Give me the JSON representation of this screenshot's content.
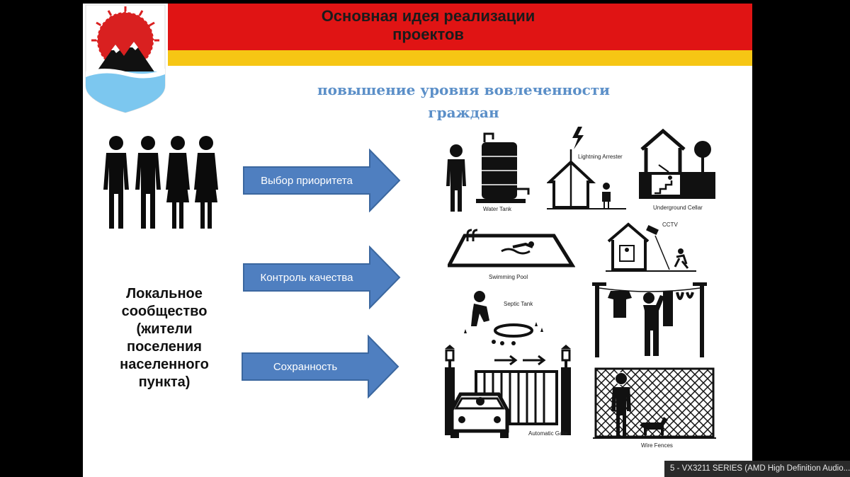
{
  "slide": {
    "title_line1": "Основная идея реализации",
    "title_line2": "проектов",
    "subtitle_line1": "повышение уровня вовлеченности",
    "subtitle_line2": "граждан",
    "community_lines": [
      "Локальное",
      "сообщество",
      "(жители",
      "поселения",
      "населенного",
      "пункта)"
    ]
  },
  "arrows": [
    {
      "label": "Выбор приоритета"
    },
    {
      "label": "Контроль качества"
    },
    {
      "label": "Сохранность"
    }
  ],
  "pictograms": {
    "water_tank": "Water Tank",
    "lightning": "Lightning Arrester",
    "cellar": "Underground Cellar",
    "pool": "Swimming Pool",
    "cctv": "CCTV",
    "septic": "Septic Tank",
    "gate": "Automatic Gate",
    "fence": "Wire Fences"
  },
  "taskbar": {
    "text": "5 - VX3211 SERIES (AMD High Definition Audio..."
  },
  "colors": {
    "header_red": "#e01414",
    "header_yellow": "#f6c614",
    "arrow_blue": "#4f7fc0",
    "subtitle_blue": "#5b8fc8"
  }
}
